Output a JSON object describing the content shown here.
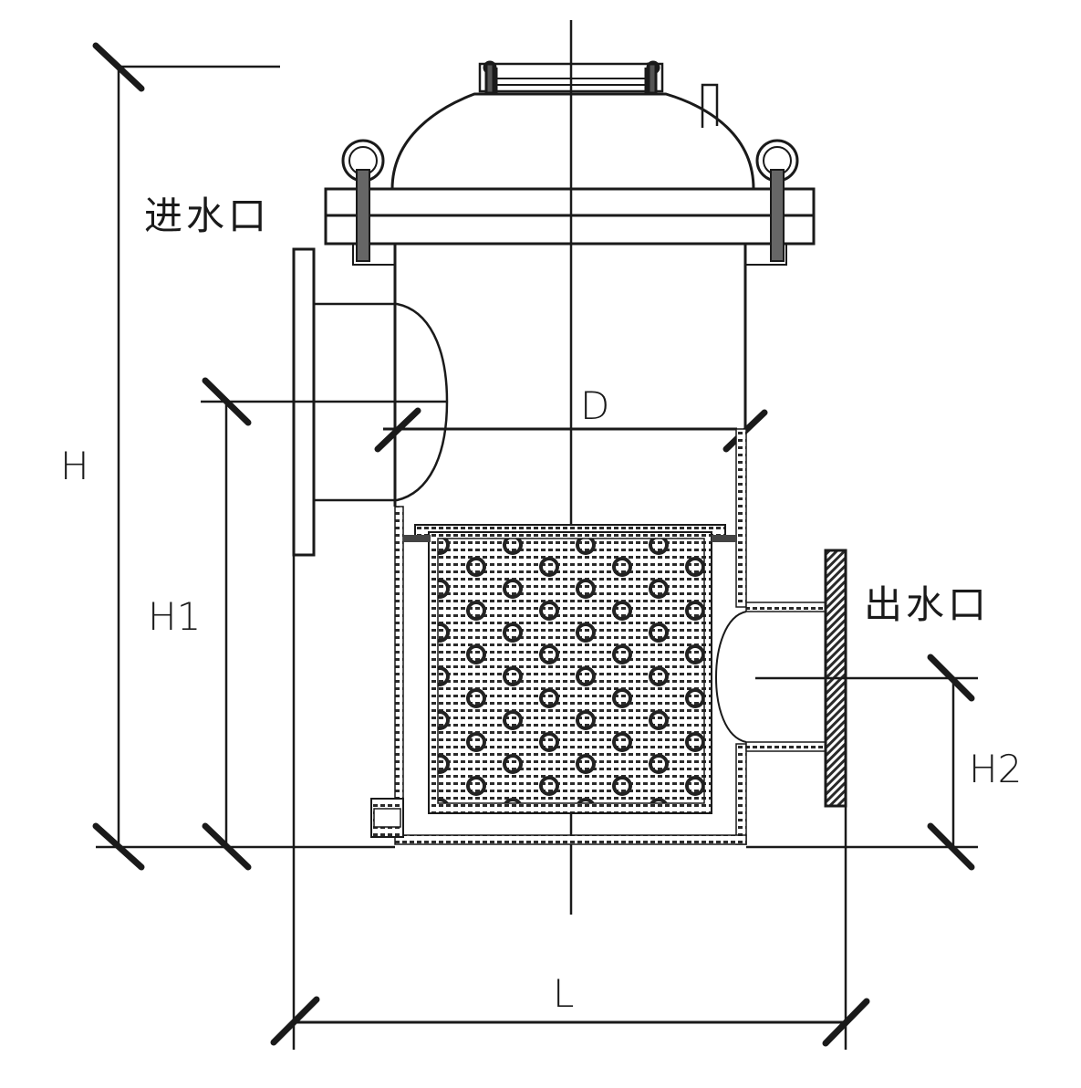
{
  "diagram": {
    "type": "basket-strainer-dimension-drawing",
    "colors": {
      "line": "#1a1a1a",
      "background": "#ffffff",
      "hatch": "#2a2a2a"
    },
    "labels": {
      "inlet": "进水口",
      "outlet": "出水口"
    },
    "dimensions": {
      "H": "H",
      "H1": "H1",
      "H2": "H2",
      "D": "D",
      "L": "L"
    },
    "components": [
      "top-cover-dome",
      "cover-handle",
      "vent-pipe",
      "lifting-eye-bolt-left",
      "lifting-eye-bolt-right",
      "body-flange",
      "strainer-body",
      "inlet-nozzle",
      "inlet-flange",
      "outlet-nozzle",
      "outlet-flange",
      "perforated-basket",
      "drain-plug",
      "centerline"
    ]
  }
}
